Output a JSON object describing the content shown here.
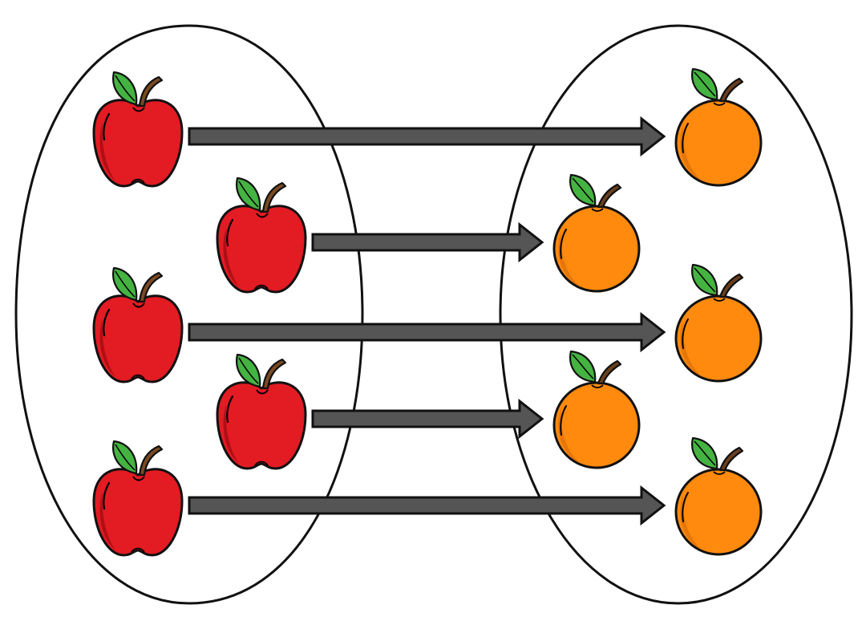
{
  "diagram": {
    "kind": "mapping",
    "domain_set": {
      "element_icon": "apple-icon",
      "count": 5
    },
    "codomain_set": {
      "element_icon": "orange-icon",
      "count": 5
    },
    "mappings": [
      {
        "from": 1,
        "to": 1
      },
      {
        "from": 2,
        "to": 2
      },
      {
        "from": 3,
        "to": 3
      },
      {
        "from": 4,
        "to": 4
      },
      {
        "from": 5,
        "to": 5
      }
    ],
    "colors": {
      "apple_body": "#e31b23",
      "apple_shade": "#a80e14",
      "apple_leaf": "#45b341",
      "apple_stem": "#7a4a22",
      "orange_body": "#ff8a0d",
      "orange_shade": "#c65d00",
      "orange_leaf": "#45b341",
      "orange_stem": "#6b3f1d",
      "arrow_fill": "#555555",
      "outline": "#111111",
      "set_fill": "#ffffff"
    }
  }
}
